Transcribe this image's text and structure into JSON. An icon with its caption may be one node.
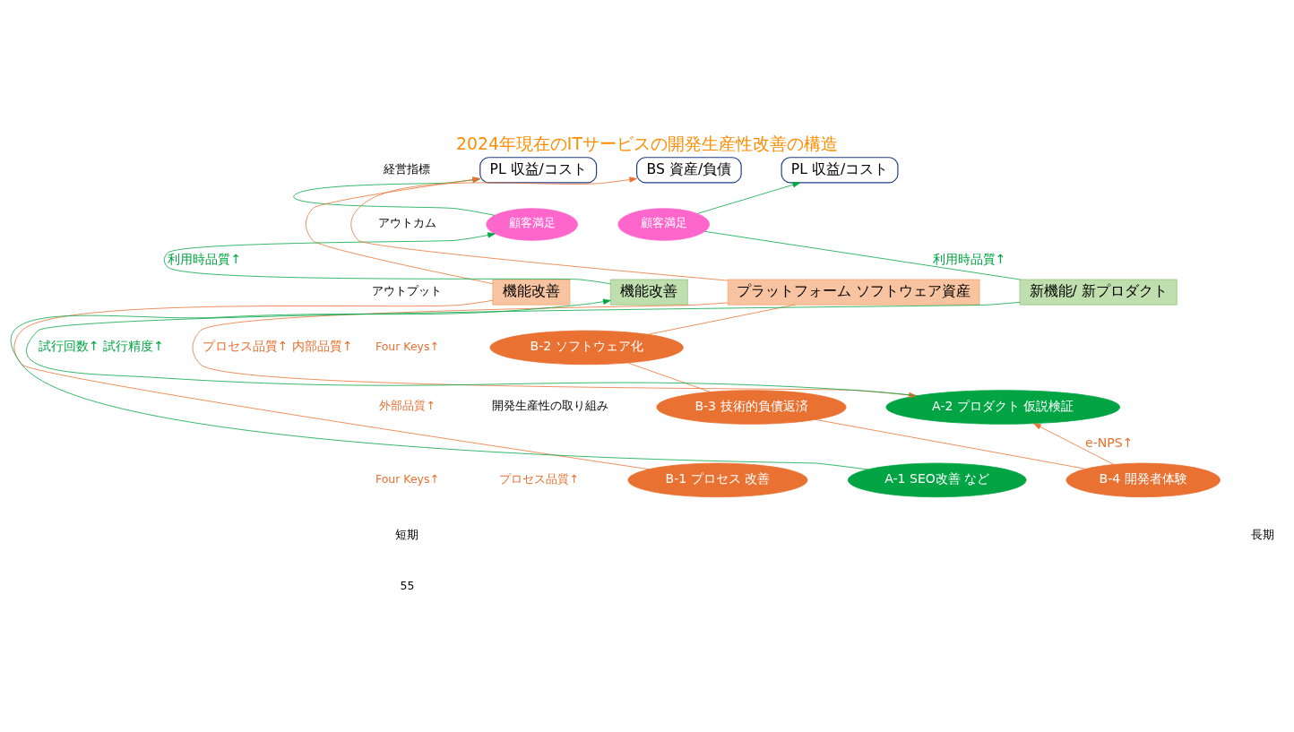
{
  "diagram": {
    "title": "2024年現在のITサービスの開発生産性改善の構造",
    "nodes": [
      {
        "text": [
          "PL 収益/コスト"
        ]
      },
      {
        "text": [
          "BS 資産/負債"
        ]
      },
      {
        "text": [
          "PL 収益/コスト"
        ]
      },
      {
        "text": [
          "顧客満足"
        ]
      },
      {
        "text": [
          "顧客満足"
        ]
      },
      {
        "text": [
          "機能改善"
        ]
      },
      {
        "text": [
          "機能改善"
        ]
      },
      {
        "text": [
          "プラットフォーム ソフトウェア資産"
        ]
      },
      {
        "text": [
          "新機能/ 新プロダクト"
        ]
      },
      {
        "text": [
          "B-1 プロセス 改善"
        ]
      },
      {
        "text": [
          "A-1 SEO改善 など"
        ]
      },
      {
        "text": [
          "B-2 ソフトウェア化"
        ]
      },
      {
        "text": [
          "B-3 技術的負債返済"
        ]
      },
      {
        "text": [
          "B-4 開発者体験"
        ]
      },
      {
        "text": [
          "A-2 プロダクト 仮説検証"
        ]
      }
    ],
    "edges": [
      {
        "from": 9,
        "to": 5,
        "arrow": "none"
      },
      {
        "from": 5,
        "to": 0,
        "arrow": "to"
      },
      {
        "from": 10,
        "to": 6,
        "arrow": "to",
        "color": "#00a443"
      },
      {
        "from": 6,
        "to": 3,
        "arrow": "to",
        "label": "利用時品質↑",
        "color": "#00a443"
      },
      {
        "from": 3,
        "to": 0,
        "arrow": "to",
        "color": "#00a443"
      },
      {
        "from": 13,
        "to": 12,
        "arrow": "none"
      },
      {
        "from": 12,
        "to": 11,
        "arrow": "none"
      },
      {
        "from": 11,
        "to": 7,
        "arrow": "none"
      },
      {
        "from": 7,
        "to": 1,
        "arrow": "to"
      },
      {
        "from": 7,
        "to": 14,
        "arrow": "to",
        "label": "プロセス品質↑ 内部品質↑"
      },
      {
        "from": 13,
        "to": 14,
        "arrow": "to",
        "label": "e-NPS↑"
      },
      {
        "from": 14,
        "to": 8,
        "arrow": "none",
        "label": "試行回数↑ 試行精度↑",
        "color": "#00a443"
      },
      {
        "from": 8,
        "to": 4,
        "arrow": "none",
        "label": "利用時品質↑",
        "color": "#00a443"
      },
      {
        "from": 4,
        "to": 2,
        "arrow": "to",
        "color": "#00a443"
      }
    ],
    "labels": [
      "経営指標",
      "アウトカム",
      "アウトプット",
      "Four Keys↑",
      "外部品質↑",
      "Four Keys↑",
      "開発生産性の取り組み",
      "プロセス品質↑",
      "短期",
      "長期",
      "55"
    ]
  }
}
